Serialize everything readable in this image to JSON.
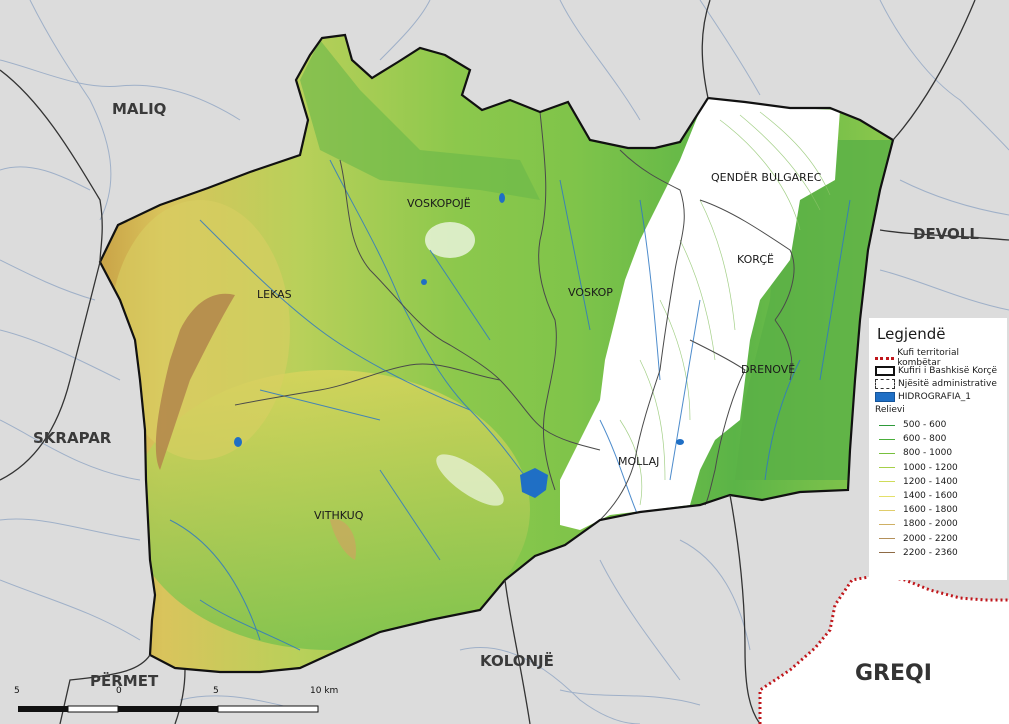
{
  "map": {
    "regions": {
      "maliq": "MALIQ",
      "devoll": "DEVOLL",
      "skrapar": "SKRAPAR",
      "permet": "PËRMET",
      "kolonje": "KOLONJË",
      "greqi": "GREQI"
    },
    "units": {
      "voskopoje": "VOSKOPOJË",
      "qender_bulgarec": "QENDËR BULGAREC",
      "korce": "KORÇË",
      "lekas": "LEKAS",
      "voskop": "VOSKOP",
      "drenove": "DRENOVË",
      "mollaj": "MOLLAJ",
      "vithkuq": "VITHKUQ"
    }
  },
  "legend": {
    "title": "Legjendë",
    "items": [
      {
        "label": "Kufi territorial kombëtar",
        "symbol": "national-border-icon"
      },
      {
        "label": "Kufiri i Bashkisë Korçë",
        "symbol": "municipality-border-icon"
      },
      {
        "label": "Njësitë administrative",
        "symbol": "admin-unit-border-icon"
      },
      {
        "label": "HIDROGRAFIA_1",
        "symbol": "hydrography-icon"
      }
    ],
    "relief_title": "Relievi",
    "relief": [
      {
        "label": "500 - 600",
        "color": "#2e9a3a"
      },
      {
        "label": "600 - 800",
        "color": "#4aae3a"
      },
      {
        "label": "800 - 1000",
        "color": "#77c03e"
      },
      {
        "label": "1000 - 1200",
        "color": "#a6d049"
      },
      {
        "label": "1200 - 1400",
        "color": "#cfdc5a"
      },
      {
        "label": "1400 - 1600",
        "color": "#e4e06a"
      },
      {
        "label": "1600 - 1800",
        "color": "#e0cd6a"
      },
      {
        "label": "1800 - 2000",
        "color": "#cfb064"
      },
      {
        "label": "2000 - 2200",
        "color": "#b4905a"
      },
      {
        "label": "2200 - 2360",
        "color": "#8e6a45"
      }
    ]
  },
  "scale_bar": {
    "labels": [
      "5",
      "0",
      "5",
      "10 km"
    ]
  },
  "colors": {
    "background_land": "#dcdcdc",
    "river": "#9fb0c8",
    "lowland_white": "#ffffff",
    "national_border": "#c0161b",
    "water": "#1f6fc5"
  }
}
